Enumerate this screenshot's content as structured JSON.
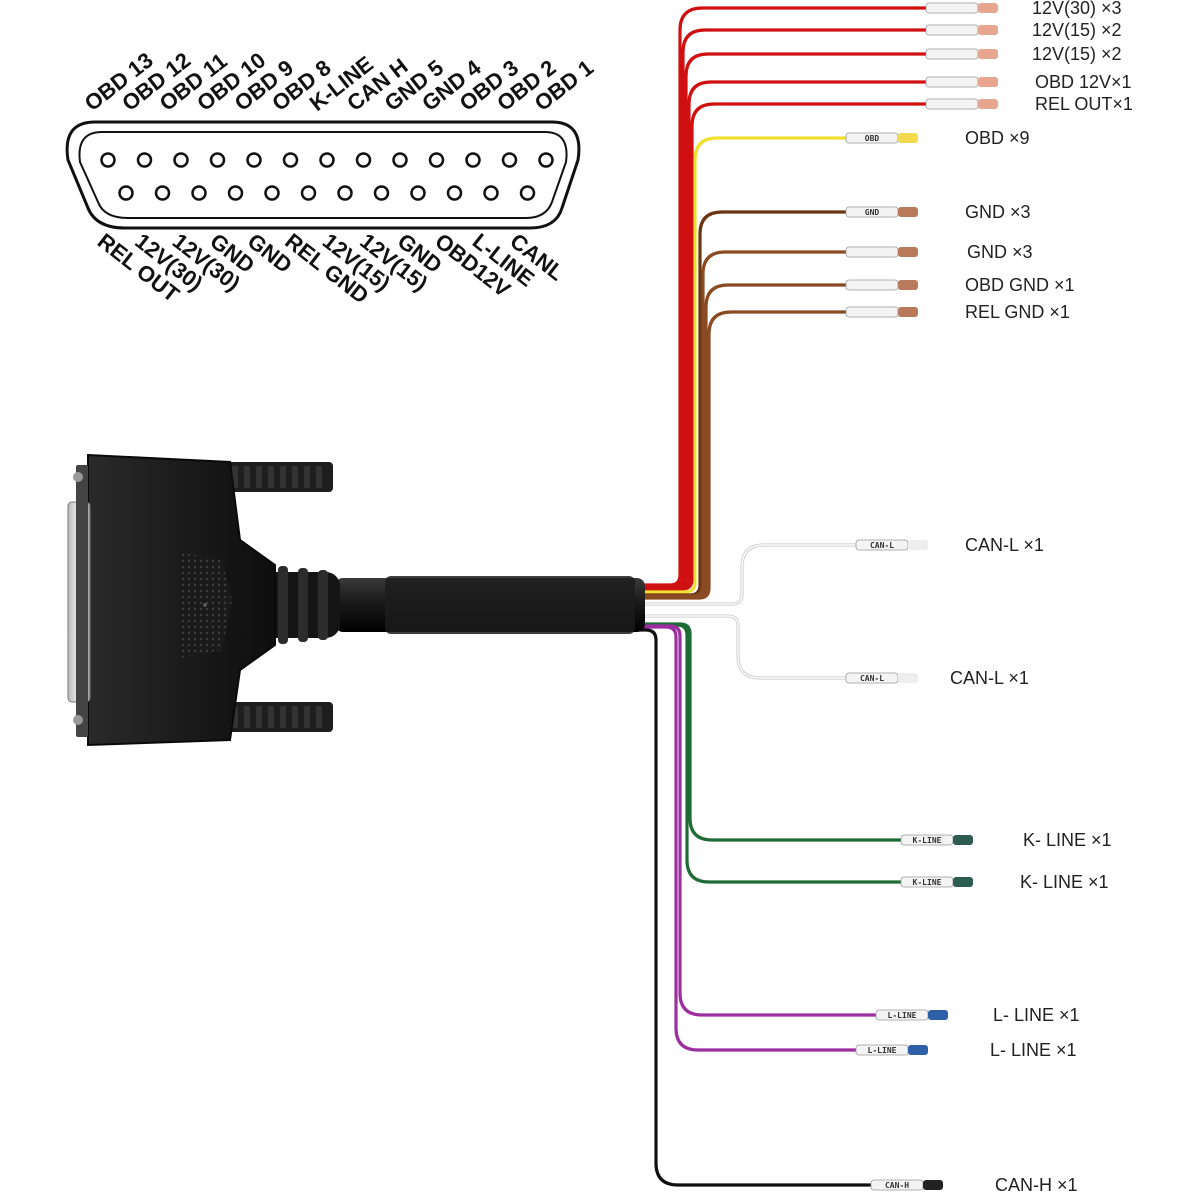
{
  "connector": {
    "top_pin_labels": [
      "OBD 13",
      "OBD 12",
      "OBD 11",
      "OBD 10",
      "OBD 9",
      "OBD 8",
      "K-LINE",
      "CAN H",
      "GND 5",
      "GND 4",
      "OBD 3",
      "OBD 2",
      "OBD 1"
    ],
    "bottom_pin_labels": [
      "REL OUT",
      "12V(30)",
      "12V(30)",
      "GND",
      "GND",
      "REL GND",
      "12V(15)",
      "12V(15)",
      "GND",
      "OBD12V",
      "L-LINE",
      "CANL"
    ],
    "top_pin_count": 13,
    "bottom_pin_count": 12
  },
  "wires": [
    {
      "label": "12V(30) ×3",
      "color": "#d01010",
      "sleeve": ""
    },
    {
      "label": "12V(15) ×2",
      "color": "#d01010",
      "sleeve": ""
    },
    {
      "label": "12V(15) ×2",
      "color": "#d01010",
      "sleeve": ""
    },
    {
      "label": "OBD 12V×1",
      "color": "#d01010",
      "sleeve": ""
    },
    {
      "label": "REL OUT×1",
      "color": "#d01010",
      "sleeve": ""
    },
    {
      "label": "OBD ×9",
      "color": "#f2e030",
      "sleeve": "OBD"
    },
    {
      "label": "GND ×3",
      "color": "#6b3514",
      "sleeve": "GND"
    },
    {
      "label": "GND ×3",
      "color": "#8a4a22",
      "sleeve": ""
    },
    {
      "label": "OBD GND ×1",
      "color": "#8a4a22",
      "sleeve": ""
    },
    {
      "label": "REL GND ×1",
      "color": "#8a4a22",
      "sleeve": ""
    },
    {
      "label": "CAN-L ×1",
      "color": "#e6e6e6",
      "sleeve": "CAN-L"
    },
    {
      "label": "CAN-L ×1",
      "color": "#e6e6e6",
      "sleeve": "CAN-L"
    },
    {
      "label": "K- LINE ×1",
      "color": "#1e6b35",
      "sleeve": "K-LINE"
    },
    {
      "label": "K- LINE ×1",
      "color": "#1e6b35",
      "sleeve": "K-LINE"
    },
    {
      "label": "L- LINE ×1",
      "color": "#9c2fa0",
      "sleeve": "L-LINE"
    },
    {
      "label": "L- LINE ×1",
      "color": "#9c2fa0",
      "sleeve": "L-LINE"
    },
    {
      "label": "CAN-H ×1",
      "color": "#111111",
      "sleeve": "CAN-H"
    }
  ]
}
